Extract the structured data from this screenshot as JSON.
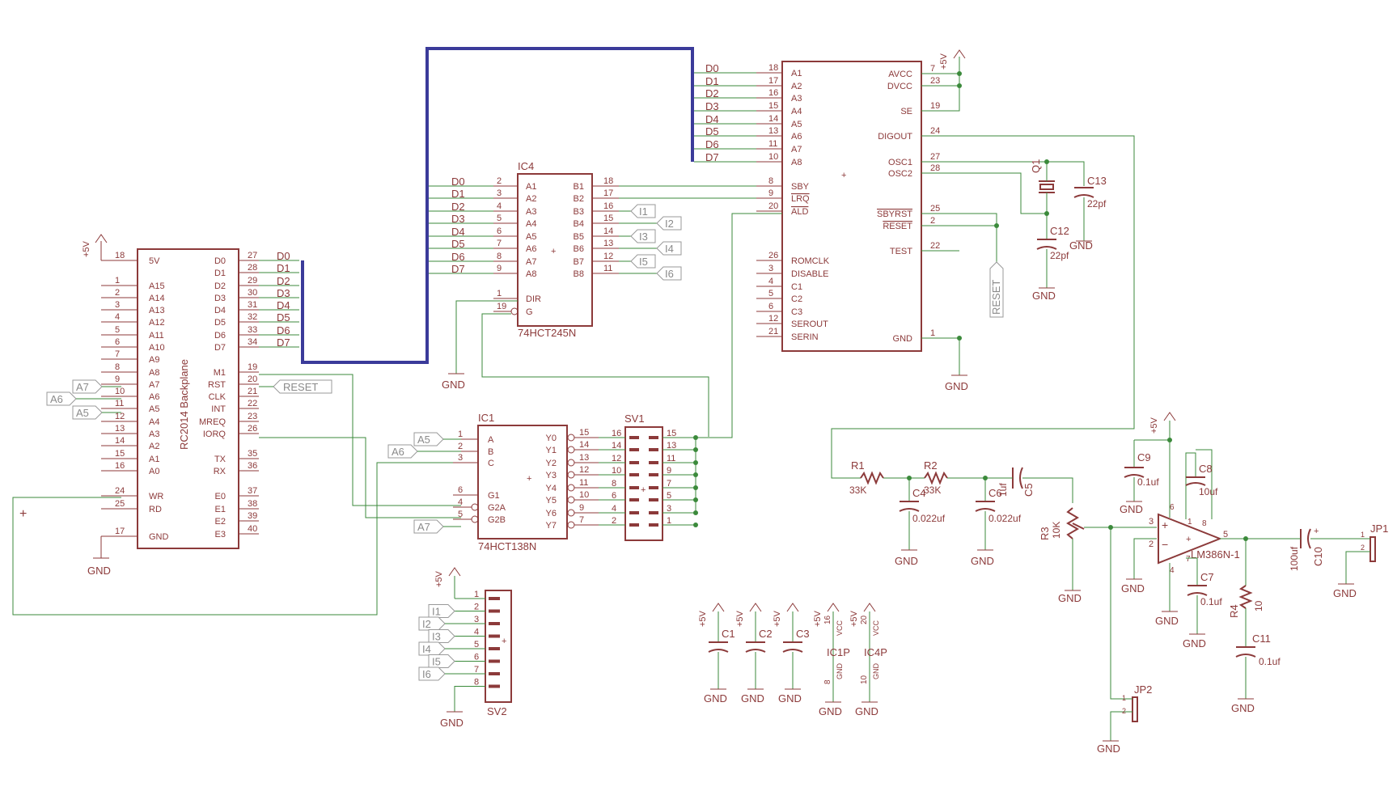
{
  "ic_backplane": {
    "title": "RC2014 Backplane",
    "left_pins": [
      {
        "num": "18",
        "name": "5V"
      },
      {
        "num": "1",
        "name": "A15"
      },
      {
        "num": "2",
        "name": "A14"
      },
      {
        "num": "3",
        "name": "A13"
      },
      {
        "num": "4",
        "name": "A12"
      },
      {
        "num": "5",
        "name": "A11"
      },
      {
        "num": "6",
        "name": "A10"
      },
      {
        "num": "7",
        "name": "A9"
      },
      {
        "num": "8",
        "name": "A8"
      },
      {
        "num": "9",
        "name": "A7"
      },
      {
        "num": "10",
        "name": "A6"
      },
      {
        "num": "11",
        "name": "A5"
      },
      {
        "num": "12",
        "name": "A4"
      },
      {
        "num": "13",
        "name": "A3"
      },
      {
        "num": "14",
        "name": "A2"
      },
      {
        "num": "15",
        "name": "A1"
      },
      {
        "num": "16",
        "name": "A0"
      },
      {
        "num": "24",
        "name": "WR"
      },
      {
        "num": "25",
        "name": "RD"
      },
      {
        "num": "17",
        "name": "GND"
      }
    ],
    "right_pins": [
      {
        "num": "27",
        "name": "D0"
      },
      {
        "num": "28",
        "name": "D1"
      },
      {
        "num": "29",
        "name": "D2"
      },
      {
        "num": "30",
        "name": "D3"
      },
      {
        "num": "31",
        "name": "D4"
      },
      {
        "num": "32",
        "name": "D5"
      },
      {
        "num": "33",
        "name": "D6"
      },
      {
        "num": "34",
        "name": "D7"
      },
      {
        "num": "19",
        "name": "M1"
      },
      {
        "num": "20",
        "name": "RST"
      },
      {
        "num": "21",
        "name": "CLK"
      },
      {
        "num": "22",
        "name": "INT"
      },
      {
        "num": "23",
        "name": "MREQ"
      },
      {
        "num": "26",
        "name": "IORQ"
      },
      {
        "num": "35",
        "name": "TX"
      },
      {
        "num": "36",
        "name": "RX"
      },
      {
        "num": "37",
        "name": "E0"
      },
      {
        "num": "38",
        "name": "E1"
      },
      {
        "num": "39",
        "name": "E2"
      },
      {
        "num": "40",
        "name": "E3"
      }
    ],
    "bus_labels": [
      "D0",
      "D1",
      "D2",
      "D3",
      "D4",
      "D5",
      "D6",
      "D7"
    ]
  },
  "ic4": {
    "ref": "IC4",
    "part": "74HCT245N",
    "left_pins": [
      {
        "num": "2",
        "name": "A1"
      },
      {
        "num": "3",
        "name": "A2"
      },
      {
        "num": "4",
        "name": "A3"
      },
      {
        "num": "5",
        "name": "A4"
      },
      {
        "num": "6",
        "name": "A5"
      },
      {
        "num": "7",
        "name": "A6"
      },
      {
        "num": "8",
        "name": "A7"
      },
      {
        "num": "9",
        "name": "A8"
      },
      {
        "num": "1",
        "name": "DIR"
      },
      {
        "num": "19",
        "name": "G"
      }
    ],
    "right_pins": [
      {
        "num": "18",
        "name": "B1"
      },
      {
        "num": "17",
        "name": "B2"
      },
      {
        "num": "16",
        "name": "B3"
      },
      {
        "num": "15",
        "name": "B4"
      },
      {
        "num": "14",
        "name": "B5"
      },
      {
        "num": "13",
        "name": "B6"
      },
      {
        "num": "12",
        "name": "B7"
      },
      {
        "num": "11",
        "name": "B8"
      }
    ],
    "bus_labels": [
      "D0",
      "D1",
      "D2",
      "D3",
      "D4",
      "D5",
      "D6",
      "D7"
    ],
    "out_labels": [
      "I1",
      "I2",
      "I3",
      "I4",
      "I5",
      "I6"
    ]
  },
  "sp0256": {
    "left_pins": [
      {
        "num": "18",
        "name": "A1"
      },
      {
        "num": "17",
        "name": "A2"
      },
      {
        "num": "16",
        "name": "A3"
      },
      {
        "num": "15",
        "name": "A4"
      },
      {
        "num": "14",
        "name": "A5"
      },
      {
        "num": "13",
        "name": "A6"
      },
      {
        "num": "11",
        "name": "A7"
      },
      {
        "num": "10",
        "name": "A8"
      },
      {
        "num": "8",
        "name": "SBY"
      },
      {
        "num": "9",
        "name": "LRQ"
      },
      {
        "num": "20",
        "name": "ALD"
      },
      {
        "num": "26",
        "name": "ROMCLK"
      },
      {
        "num": "3",
        "name": "DISABLE"
      },
      {
        "num": "4",
        "name": "C1"
      },
      {
        "num": "5",
        "name": "C2"
      },
      {
        "num": "6",
        "name": "C3"
      },
      {
        "num": "12",
        "name": "SEROUT"
      },
      {
        "num": "21",
        "name": "SERIN"
      }
    ],
    "right_pins": [
      {
        "num": "7",
        "name": "AVCC"
      },
      {
        "num": "23",
        "name": "DVCC"
      },
      {
        "num": "19",
        "name": "SE"
      },
      {
        "num": "24",
        "name": "DIGOUT"
      },
      {
        "num": "27",
        "name": "OSC1"
      },
      {
        "num": "28",
        "name": "OSC2"
      },
      {
        "num": "25",
        "name": "SBYRST"
      },
      {
        "num": "2",
        "name": "RESET"
      },
      {
        "num": "22",
        "name": "TEST"
      },
      {
        "num": "1",
        "name": "GND"
      }
    ],
    "bus_labels": [
      "D0",
      "D1",
      "D2",
      "D3",
      "D4",
      "D5",
      "D6",
      "D7"
    ]
  },
  "ic1": {
    "ref": "IC1",
    "part": "74HCT138N",
    "left_pins": [
      {
        "num": "1",
        "name": "A"
      },
      {
        "num": "2",
        "name": "B"
      },
      {
        "num": "3",
        "name": "C"
      },
      {
        "num": "6",
        "name": "G1"
      },
      {
        "num": "4",
        "name": "G2A"
      },
      {
        "num": "5",
        "name": "G2B"
      }
    ],
    "right_pins": [
      {
        "num": "15",
        "name": "Y0"
      },
      {
        "num": "14",
        "name": "Y1"
      },
      {
        "num": "13",
        "name": "Y2"
      },
      {
        "num": "12",
        "name": "Y3"
      },
      {
        "num": "11",
        "name": "Y4"
      },
      {
        "num": "10",
        "name": "Y5"
      },
      {
        "num": "9",
        "name": "Y6"
      },
      {
        "num": "7",
        "name": "Y7"
      }
    ]
  },
  "sv1": {
    "ref": "SV1",
    "left_nums": [
      "16",
      "14",
      "12",
      "10",
      "8",
      "6",
      "4",
      "2"
    ],
    "right_nums": [
      "15",
      "13",
      "11",
      "9",
      "7",
      "5",
      "3",
      "1"
    ]
  },
  "sv2": {
    "ref": "SV2",
    "nums": [
      "1",
      "2",
      "3",
      "4",
      "5",
      "6",
      "7",
      "8"
    ],
    "labels": [
      "I1",
      "I2",
      "I3",
      "I4",
      "I5",
      "I6"
    ]
  },
  "labels": {
    "reset": "RESET",
    "gnd": "GND",
    "vcc5": "+5V",
    "vcc": "VCC",
    "a5": "A5",
    "a6": "A6",
    "a7": "A7"
  },
  "components": {
    "q1": "Q1",
    "c13": "C13",
    "c13v": "22pf",
    "c12": "C12",
    "c12v": "22pf",
    "r1": "R1",
    "r1v": "33K",
    "r2": "R2",
    "r2v": "33K",
    "c4": "C4",
    "c4v": "0.022uf",
    "c6": "C6",
    "c6v": "0.022uf",
    "c5": "C5",
    "c5v": "1uf",
    "r3": "R3",
    "r3v": "10K",
    "c9": "C9",
    "c9v": "0.1uf",
    "c8": "C8",
    "c8v": "10uf",
    "u": "LM386N-1",
    "c7": "C7",
    "c7v": "0.1uf",
    "r4": "R4",
    "r4v": "10",
    "c11": "C11",
    "c11v": "0.1uf",
    "c10": "C10",
    "c10v": "100uf",
    "jp1": "JP1",
    "jp2": "JP2",
    "c1": "C1",
    "c2": "C2",
    "c3": "C3",
    "ic1p": "IC1P",
    "ic4p": "IC4P",
    "p16": "16",
    "p8": "8",
    "p20": "20",
    "p10": "10",
    "n1": "1",
    "n2": "2",
    "n3": "3",
    "n4": "4",
    "n5": "5",
    "n6": "6",
    "n7": "7",
    "n8": "8"
  },
  "colors": {
    "symbol": "#8c3a3a",
    "wire": "#3b8a3b",
    "bus": "#3b3b9a",
    "label": "#8a8a8a"
  }
}
